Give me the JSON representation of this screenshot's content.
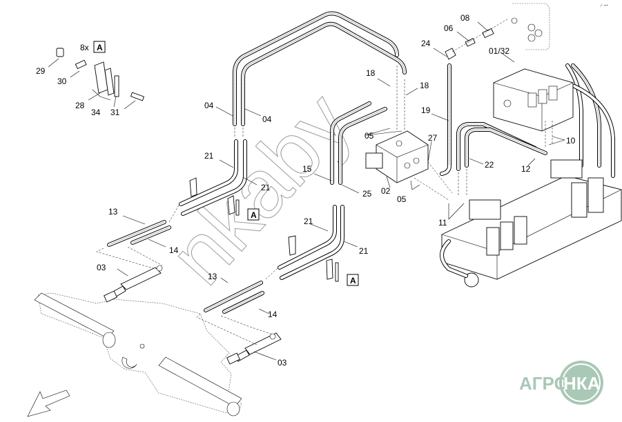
{
  "diagram": {
    "title": "Hydraulic hoses and valve block — exploded parts view",
    "watermark": "nkaby",
    "logo": {
      "left": "АГРО",
      "right": "НКА",
      "color": "#a9c8b6"
    },
    "reference_marker": "A",
    "multiplier_label": "8x",
    "corner_mark": "↗ •••",
    "callouts": [
      {
        "id": "29",
        "label": "29"
      },
      {
        "id": "30",
        "label": "30"
      },
      {
        "id": "28",
        "label": "28"
      },
      {
        "id": "34",
        "label": "34"
      },
      {
        "id": "31",
        "label": "31"
      },
      {
        "id": "04a",
        "label": "04"
      },
      {
        "id": "04b",
        "label": "04"
      },
      {
        "id": "21a",
        "label": "21"
      },
      {
        "id": "21b",
        "label": "21"
      },
      {
        "id": "21c",
        "label": "21"
      },
      {
        "id": "21d",
        "label": "21"
      },
      {
        "id": "13a",
        "label": "13"
      },
      {
        "id": "13b",
        "label": "13"
      },
      {
        "id": "14a",
        "label": "14"
      },
      {
        "id": "14b",
        "label": "14"
      },
      {
        "id": "03a",
        "label": "03"
      },
      {
        "id": "03b",
        "label": "03"
      },
      {
        "id": "18a",
        "label": "18"
      },
      {
        "id": "18b",
        "label": "18"
      },
      {
        "id": "05a",
        "label": "05"
      },
      {
        "id": "05b",
        "label": "05"
      },
      {
        "id": "15",
        "label": "15"
      },
      {
        "id": "25",
        "label": "25"
      },
      {
        "id": "02",
        "label": "02"
      },
      {
        "id": "27",
        "label": "27"
      },
      {
        "id": "19",
        "label": "19"
      },
      {
        "id": "24",
        "label": "24"
      },
      {
        "id": "06",
        "label": "06"
      },
      {
        "id": "08",
        "label": "08"
      },
      {
        "id": "0132",
        "label": "01/32"
      },
      {
        "id": "10",
        "label": "10"
      },
      {
        "id": "12",
        "label": "12"
      },
      {
        "id": "22",
        "label": "22"
      },
      {
        "id": "11",
        "label": "11"
      }
    ]
  }
}
